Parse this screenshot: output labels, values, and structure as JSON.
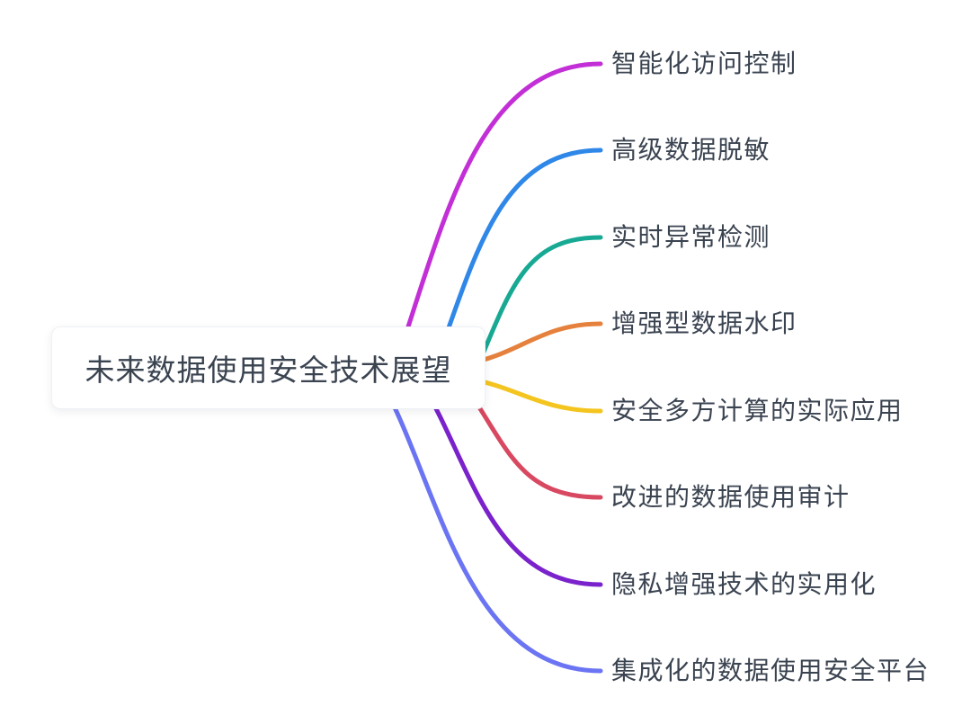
{
  "root": {
    "label": "未来数据使用安全技术展望"
  },
  "branches": [
    {
      "label": "智能化访问控制",
      "color": "#c32fd6"
    },
    {
      "label": "高级数据脱敏",
      "color": "#2f87e8"
    },
    {
      "label": "实时异常检测",
      "color": "#17a993"
    },
    {
      "label": "增强型数据水印",
      "color": "#e5813c"
    },
    {
      "label": "安全多方计算的实际应用",
      "color": "#f4c41f"
    },
    {
      "label": "改进的数据使用审计",
      "color": "#d84860"
    },
    {
      "label": "隐私增强技术的实用化",
      "color": "#7a22cb"
    },
    {
      "label": "集成化的数据使用安全平台",
      "color": "#6b74f2"
    }
  ],
  "colors": {
    "text": "#3a4350",
    "card_background": "#ffffff",
    "card_border": "#eef0f4",
    "page_background": "#ffffff"
  }
}
